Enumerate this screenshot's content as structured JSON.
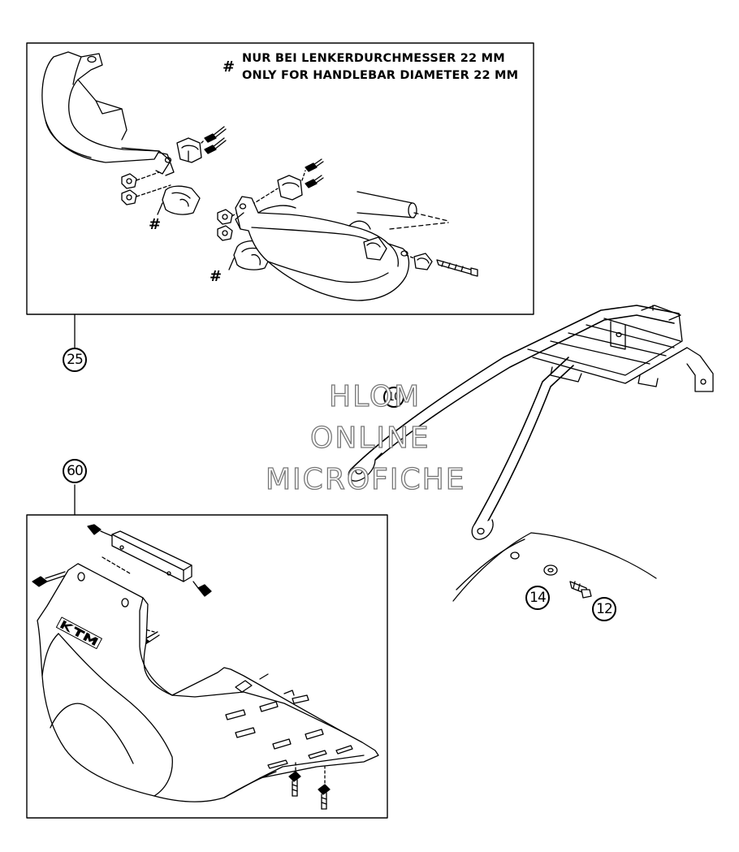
{
  "note": {
    "symbol": "#",
    "line_de": "NUR BEI LENKERDURCHMESSER 22 MM",
    "line_en": "ONLY FOR HANDLEBAR DIAMETER 22 MM"
  },
  "hash_mark": "#",
  "callouts": {
    "handguard_kit": "25",
    "skid_plate_kit": "60",
    "rack_ref": "10",
    "washer": "14",
    "bolt": "12"
  },
  "watermark": {
    "line1": "HLOM",
    "line2": "ONLINE",
    "line3": "MICROFICHE"
  },
  "logo_text": "KTM",
  "colors": {
    "line": "#000000",
    "watermark_outline": "#777777",
    "background": "#ffffff"
  }
}
